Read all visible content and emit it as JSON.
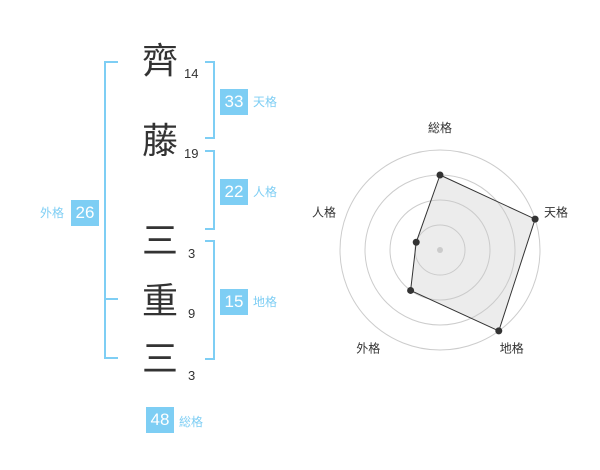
{
  "characters": [
    {
      "char": "齊",
      "strokes": "14"
    },
    {
      "char": "藤",
      "strokes": "19"
    },
    {
      "char": "三",
      "strokes": "3"
    },
    {
      "char": "重",
      "strokes": "9"
    },
    {
      "char": "三",
      "strokes": "3"
    }
  ],
  "scores": {
    "tenkaku": {
      "value": "33",
      "label": "天格"
    },
    "jinkaku": {
      "value": "22",
      "label": "人格"
    },
    "chikaku": {
      "value": "15",
      "label": "地格"
    },
    "gaikaku": {
      "value": "26",
      "label": "外格"
    },
    "soukaku": {
      "value": "48",
      "label": "総格"
    }
  },
  "chart_data": {
    "type": "radar",
    "axes": [
      "総格",
      "天格",
      "地格",
      "外格",
      "人格"
    ],
    "series": [
      {
        "values": [
          3,
          4,
          4,
          2,
          1
        ]
      }
    ],
    "rings": 4,
    "range": [
      0,
      4
    ],
    "grid": true
  },
  "colors": {
    "accent": "#7ecef4",
    "text": "#333333"
  }
}
